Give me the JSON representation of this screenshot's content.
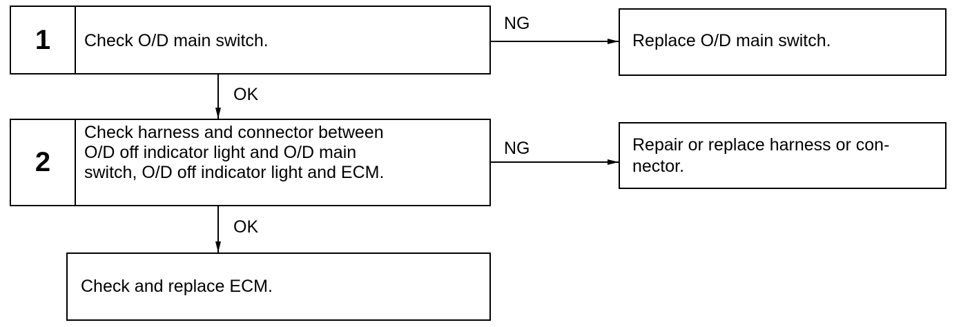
{
  "steps": [
    {
      "number": "1",
      "text": "Check O/D main switch."
    },
    {
      "number": "2",
      "text": "Check harness and connector between\nO/D off indicator light and O/D main\nswitch, O/D off indicator light and ECM."
    }
  ],
  "actions": {
    "replace_switch": "Replace O/D main switch.",
    "repair_harness": "Repair or replace harness or con-\nnector.",
    "replace_ecm": "Check and replace ECM."
  },
  "labels": {
    "ng_1": "NG",
    "ok_1": "OK",
    "ng_2": "NG",
    "ok_2": "OK"
  }
}
